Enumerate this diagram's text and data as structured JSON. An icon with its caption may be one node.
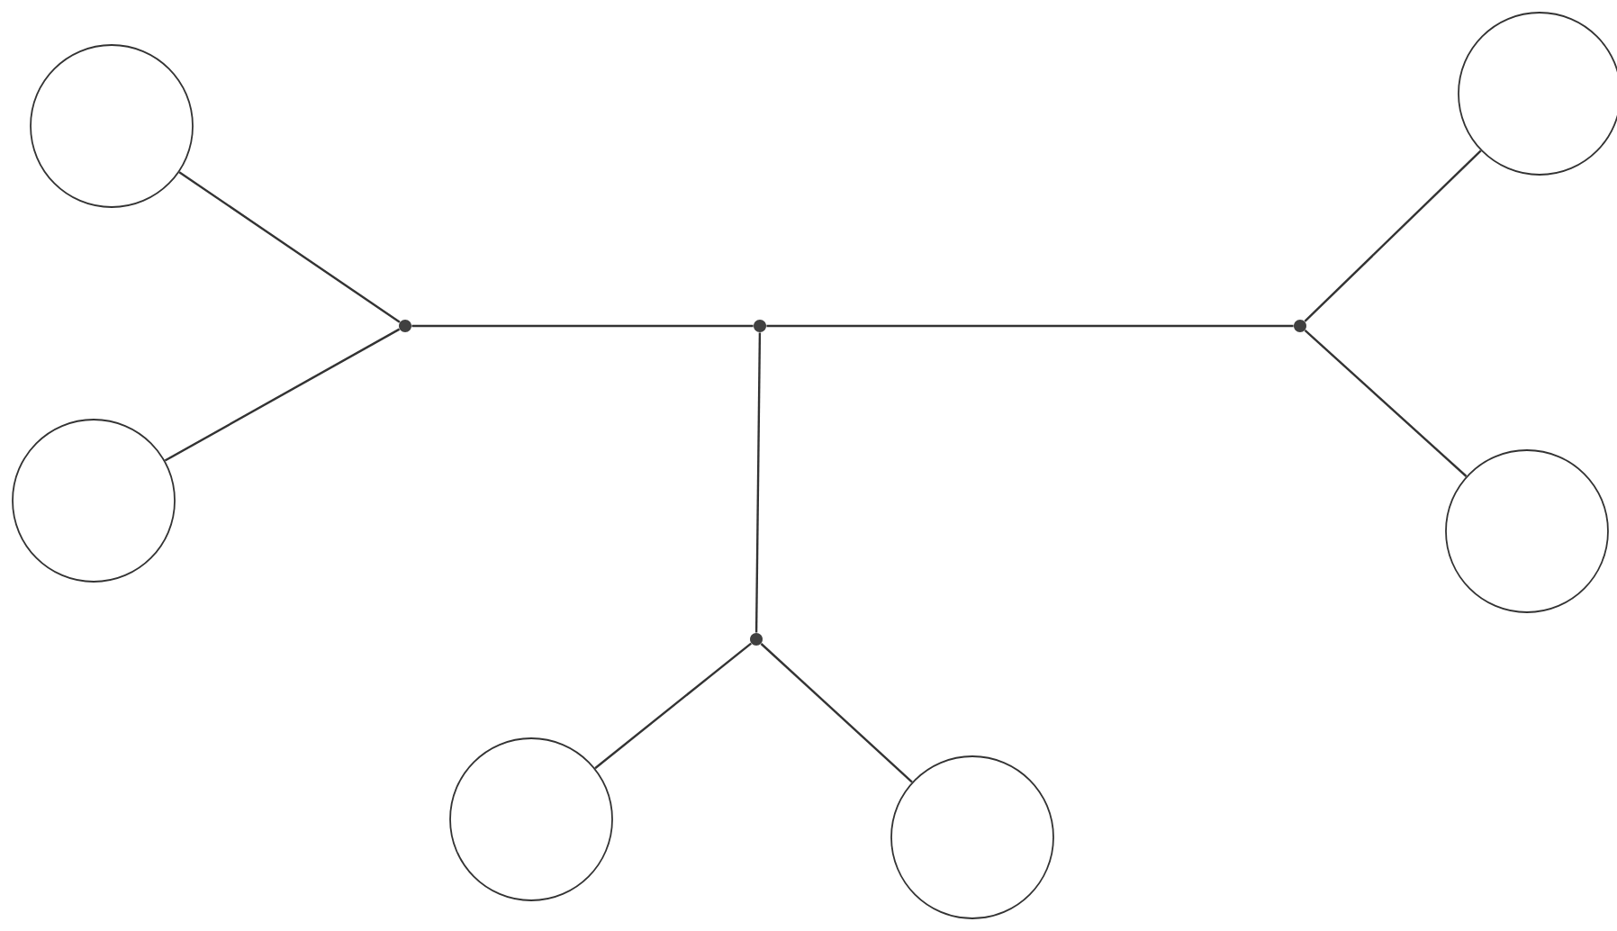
{
  "diagram": {
    "nodes": [
      {
        "text": [],
        "shape": "circle"
      },
      {
        "text": [],
        "shape": "circle"
      },
      {
        "text": [],
        "shape": "dot"
      },
      {
        "text": [],
        "shape": "dot"
      },
      {
        "text": [],
        "shape": "dot"
      },
      {
        "text": [],
        "shape": "circle"
      },
      {
        "text": [],
        "shape": "circle"
      },
      {
        "text": [],
        "shape": "dot"
      },
      {
        "text": [],
        "shape": "circle"
      },
      {
        "text": [],
        "shape": "circle"
      }
    ],
    "edges": [
      {
        "from": 0,
        "to": 2,
        "arrow": "none"
      },
      {
        "from": 5,
        "to": 2,
        "arrow": "none"
      },
      {
        "from": 2,
        "to": 3,
        "arrow": "none"
      },
      {
        "from": 3,
        "to": 4,
        "arrow": "none"
      },
      {
        "from": 4,
        "to": 1,
        "arrow": "none"
      },
      {
        "from": 4,
        "to": 6,
        "arrow": "none"
      },
      {
        "from": 3,
        "to": 7,
        "arrow": "none"
      },
      {
        "from": 7,
        "to": 8,
        "arrow": "none"
      },
      {
        "from": 7,
        "to": 9,
        "arrow": "none"
      }
    ]
  }
}
